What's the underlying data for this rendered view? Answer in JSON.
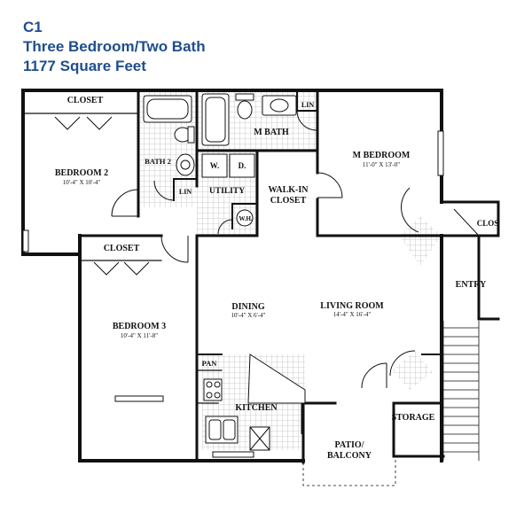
{
  "header": {
    "unit_code": "C1",
    "layout_name": "Three Bedroom/Two Bath",
    "area": "1177 Square Feet"
  },
  "rooms": {
    "closet_top": "CLOSET",
    "bedroom2": "BEDROOM 2",
    "bedroom2_dim": "10'-4\" X 10'-4\"",
    "bath2": "BATH 2",
    "lin_left": "LIN",
    "washer": "W.",
    "dryer": "D.",
    "utility": "UTILITY",
    "water_heater": "W.H.",
    "m_bath": "M BATH",
    "lin_right": "LIN",
    "walkin_line1": "WALK-IN",
    "walkin_line2": "CLOSET",
    "m_bedroom": "M BEDROOM",
    "m_bedroom_dim": "11'-0\" X 13'-0\"",
    "clos": "CLOS",
    "closet_mid": "CLOSET",
    "bedroom3": "BEDROOM 3",
    "bedroom3_dim": "10'-4\" X 11'-8\"",
    "dining": "DINING",
    "dining_dim": "10'-4\" X 6'-4\"",
    "living_room": "LIVING ROOM",
    "living_room_dim": "14'-4\" X 16'-4\"",
    "entry": "ENTRY",
    "pan": "PAN",
    "kitchen": "KITCHEN",
    "storage": "STORAGE",
    "patio_line1": "PATIO/",
    "patio_line2": "BALCONY"
  },
  "colors": {
    "header_text": "#1f4e8c",
    "wall": "#111111",
    "tile": "#bdbdbd"
  }
}
